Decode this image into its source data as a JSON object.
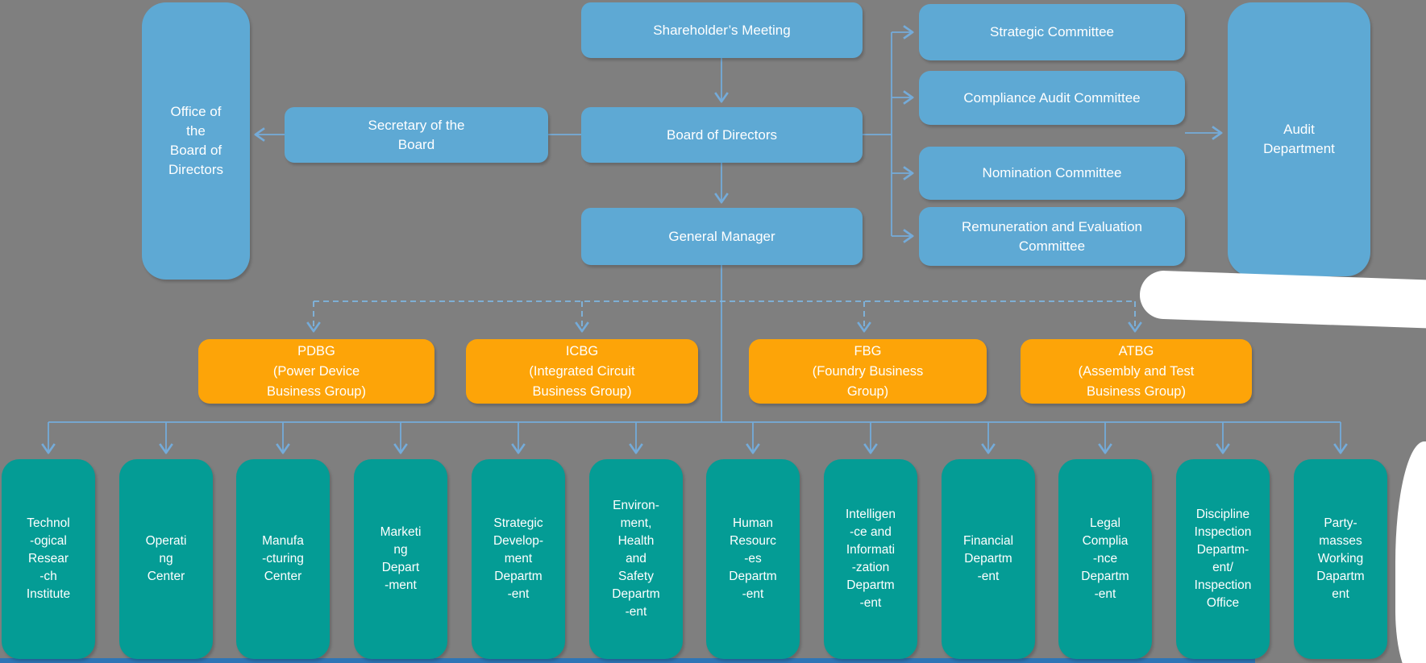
{
  "colors": {
    "background": "#7F7F7F",
    "blue": "#5EA9D4",
    "orange": "#FDA408",
    "teal": "#049C95",
    "connector": "#74ABD9",
    "dashed": "#7FB6E0",
    "bottom_bar": "#2E75B6",
    "text": "#FFFFFF"
  },
  "org": {
    "shareholders_meeting": "Shareholder’s Meeting",
    "board_of_directors": "Board of Directors",
    "general_manager": "General Manager",
    "secretary_of_the_board": [
      "Secretary of the",
      "Board"
    ],
    "office_of_the_board": [
      "Office of",
      "the",
      "Board of",
      "Directors"
    ],
    "audit_department": [
      "Audit",
      "Department"
    ]
  },
  "committees": [
    {
      "label": "Strategic Committee"
    },
    {
      "label": "Compliance Audit Committee"
    },
    {
      "label": "Nomination Committee"
    },
    {
      "label": [
        "Remuneration and Evaluation",
        "Committee"
      ]
    }
  ],
  "business_groups": [
    {
      "label": [
        "PDBG",
        "(Power Device",
        "Business Group)"
      ]
    },
    {
      "label": [
        "ICBG",
        "(Integrated Circuit",
        "Business Group)"
      ]
    },
    {
      "label": [
        "FBG",
        "(Foundry Business",
        "Group)"
      ]
    },
    {
      "label": [
        "ATBG",
        "(Assembly and Test",
        "Business Group)"
      ]
    }
  ],
  "departments": [
    {
      "label": [
        "Technol",
        "-ogical",
        "Resear",
        "-ch",
        "Institute"
      ]
    },
    {
      "label": [
        "Operati",
        "ng",
        "Center"
      ]
    },
    {
      "label": [
        "Manufa",
        "-cturing",
        "Center"
      ]
    },
    {
      "label": [
        "Marketi",
        "ng",
        "Depart",
        "-ment"
      ]
    },
    {
      "label": [
        "Strategic",
        "Develop-",
        "ment",
        "Departm",
        "-ent"
      ]
    },
    {
      "label": [
        "Environ-",
        "ment,",
        "Health",
        "and",
        "Safety",
        "Departm",
        "-ent"
      ]
    },
    {
      "label": [
        "Human",
        "Resourc",
        "-es",
        "Departm",
        "-ent"
      ]
    },
    {
      "label": [
        "Intelligen",
        "-ce and",
        "Informati",
        "-zation",
        "Departm",
        "-ent"
      ]
    },
    {
      "label": [
        "Financial",
        "Departm",
        "-ent"
      ]
    },
    {
      "label": [
        "Legal",
        "Complia",
        "-nce",
        "Departm",
        "-ent"
      ]
    },
    {
      "label": [
        "Discipline",
        "Inspection",
        "Departm-",
        "ent/",
        "Inspection",
        "Office"
      ]
    },
    {
      "label": [
        "Party-",
        "masses",
        "Working",
        "Dapartm",
        "ent"
      ]
    }
  ]
}
